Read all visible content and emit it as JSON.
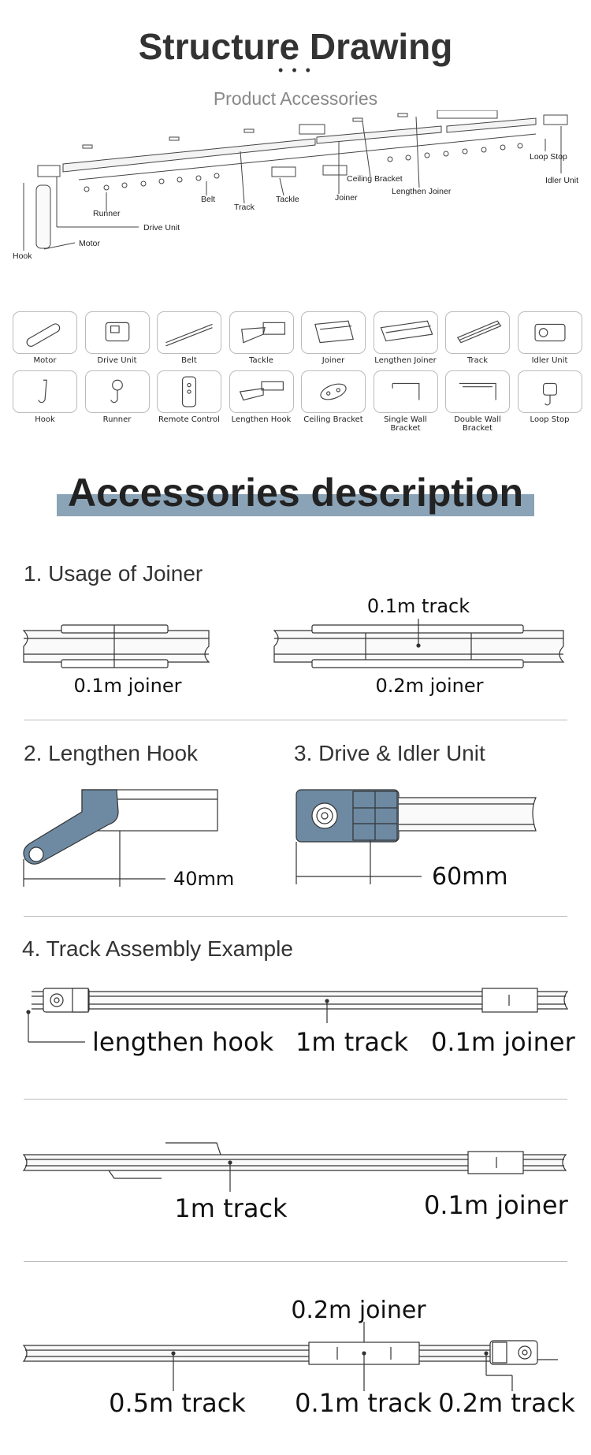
{
  "header": {
    "title": "Structure Drawing",
    "dots": "• • •",
    "subtitle": "Product Accessories"
  },
  "exploded_labels": {
    "loop_stop": "Loop Stop",
    "idler_unit": "Idler Unit",
    "ceiling_bracket": "Ceiling Bracket",
    "lengthen_joiner": "Lengthen Joiner",
    "joiner": "Joiner",
    "tackle": "Tackle",
    "track": "Track",
    "belt": "Belt",
    "runner": "Runner",
    "drive_unit": "Drive Unit",
    "motor": "Motor",
    "hook": "Hook"
  },
  "accessories": [
    {
      "name": "Motor",
      "icon": "motor-icon"
    },
    {
      "name": "Drive Unit",
      "icon": "drive-unit-icon"
    },
    {
      "name": "Belt",
      "icon": "belt-icon"
    },
    {
      "name": "Tackle",
      "icon": "tackle-icon"
    },
    {
      "name": "Joiner",
      "icon": "joiner-icon"
    },
    {
      "name": "Lengthen Joiner",
      "icon": "lengthen-joiner-icon"
    },
    {
      "name": "Track",
      "icon": "track-icon"
    },
    {
      "name": "Idler Unit",
      "icon": "idler-unit-icon"
    },
    {
      "name": "Hook",
      "icon": "hook-icon"
    },
    {
      "name": "Runner",
      "icon": "runner-icon"
    },
    {
      "name": "Remote Control",
      "icon": "remote-control-icon"
    },
    {
      "name": "Lengthen Hook",
      "icon": "lengthen-hook-icon"
    },
    {
      "name": "Ceiling Bracket",
      "icon": "ceiling-bracket-icon"
    },
    {
      "name": "Single Wall Bracket",
      "icon": "single-wall-bracket-icon"
    },
    {
      "name": "Double Wall Bracket",
      "icon": "double-wall-bracket-icon"
    },
    {
      "name": "Loop Stop",
      "icon": "loop-stop-icon"
    }
  ],
  "description": {
    "title": "Accessories description",
    "sec1": {
      "title": "1. Usage of Joiner",
      "left_label": "0.1m joiner",
      "right_top_label": "0.1m track",
      "right_label": "0.2m joiner"
    },
    "sec2": {
      "title": "2. Lengthen Hook",
      "dim": "40mm"
    },
    "sec3": {
      "title": "3. Drive & Idler Unit",
      "dim": "60mm"
    },
    "sec4": {
      "title": "4. Track Assembly Example",
      "row1": [
        "lengthen hook",
        "1m track",
        "0.1m joiner"
      ],
      "row2": [
        "1m track",
        "0.1m joiner"
      ],
      "row3_top": "0.2m joiner",
      "row3": [
        "0.5m track",
        "0.1m track",
        "0.2m track"
      ]
    }
  },
  "colors": {
    "accent": "#6e8aa3",
    "band": "#8aa3b7",
    "text": "#333333"
  }
}
